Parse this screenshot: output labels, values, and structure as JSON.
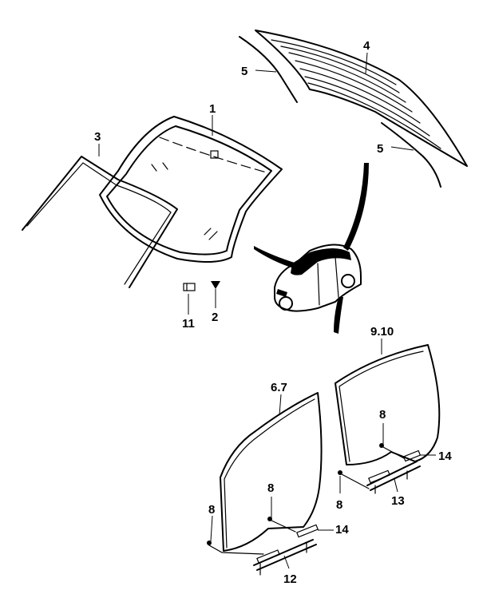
{
  "labels": {
    "windshield": "1",
    "clip": "2",
    "molding": "3",
    "back_glass": "4",
    "back_molding_top": "5",
    "back_molding_right": "5",
    "front_door_glass": "6.7",
    "front_stopper_a": "8",
    "front_stopper_b": "8",
    "rear_stopper_a": "8",
    "rear_stopper_b": "8",
    "rear_door_glass": "9.10",
    "front_channel": "12",
    "rear_channel": "13",
    "front_bolt": "14",
    "rear_bolt": "14",
    "spacer": "11"
  },
  "colors": {
    "line": "#000000",
    "background": "#ffffff"
  }
}
